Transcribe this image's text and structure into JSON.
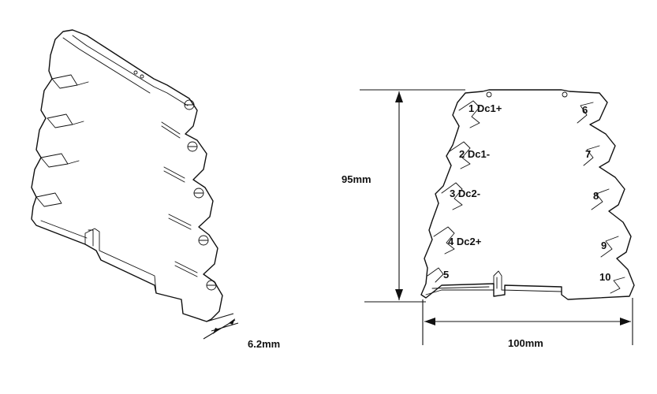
{
  "iso_view": {
    "width_label": "6.2mm"
  },
  "front_view": {
    "height_label": "95mm",
    "depth_label": "100mm",
    "terminals": [
      "1 Dc1+",
      "2 Dc1-",
      "3 Dc2-",
      "4 Dc2+",
      "5",
      "6",
      "7",
      "8",
      "9",
      "10"
    ]
  }
}
